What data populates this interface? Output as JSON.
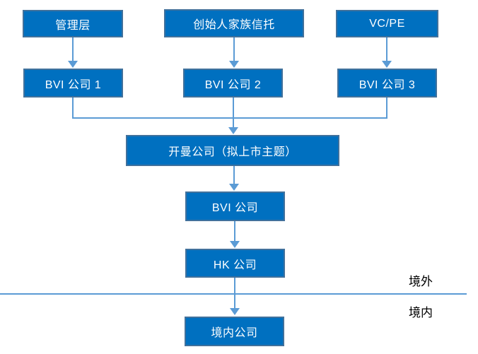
{
  "diagram_type": "flowchart",
  "nodes": {
    "management": "管理层",
    "founder_trust": "创始人家族信托",
    "vc_pe": "VC/PE",
    "bvi1": "BVI 公司 1",
    "bvi2": "BVI 公司 2",
    "bvi3": "BVI 公司 3",
    "cayman": "开曼公司（拟上市主题）",
    "bvi_holding": "BVI 公司",
    "hk": "HK 公司",
    "domestic": "境内公司"
  },
  "regions": {
    "offshore": "境外",
    "onshore": "境内"
  },
  "colors": {
    "box_fill": "#0070C0",
    "box_border": "#41719C",
    "connector": "#5B9BD5",
    "box_text": "#FFFFFF",
    "label_text": "#000000",
    "background": "#FFFFFF"
  }
}
